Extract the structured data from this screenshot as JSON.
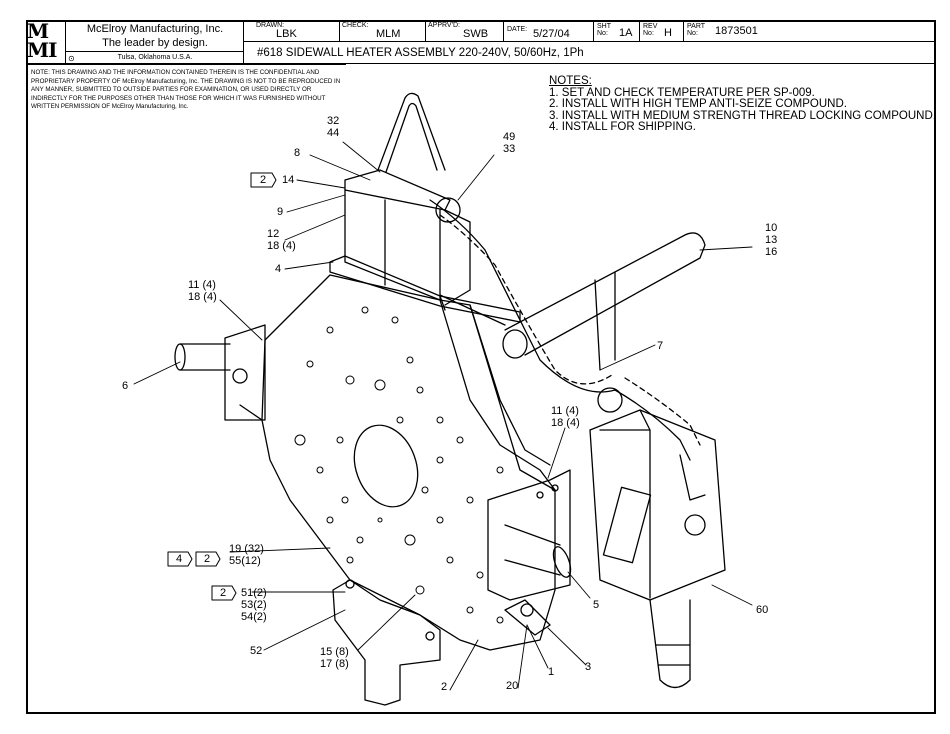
{
  "title_block": {
    "logo_text": "MMI",
    "company": "McElroy Manufacturing, Inc.",
    "slogan": "The leader by design.",
    "location": "Tulsa, Oklahoma U.S.A.",
    "drawn_label": "DRAWN:",
    "drawn_value": "LBK",
    "check_label": "CHECK:",
    "check_value": "MLM",
    "apprvd_label": "APPRV'D:",
    "apprvd_value": "SWB",
    "date_label": "DATE:",
    "date_value": "5/27/04",
    "sht_label": "SHT No:",
    "sht_value": "1A",
    "rev_label": "REV No:",
    "rev_value": "H",
    "part_label": "PART No:",
    "part_value": "1873501",
    "title": "#618 SIDEWALL HEATER ASSEMBLY 220-240V, 50/60Hz, 1Ph"
  },
  "confidential_note": "NOTE: THIS DRAWING AND THE INFORMATION CONTAINED THEREIN IS THE CONFIDENTIAL AND PROPRIETARY PROPERTY OF McElroy Manufacturing, Inc. THE DRAWING IS NOT TO BE REPRODUCED IN ANY MANNER, SUBMITTED TO OUTSIDE PARTIES FOR EXAMINATION, OR USED DIRECTLY OR INDIRECTLY FOR THE PURPOSES OTHER THAN THOSE FOR WHICH IT WAS FURNISHED WITHOUT WRITTEN PERMISSION OF McElroy Manufacturing, Inc.",
  "notes": {
    "heading": "NOTES:",
    "items": [
      "1. SET AND CHECK TEMPERATURE PER SP-009.",
      "2. INSTALL WITH HIGH TEMP ANTI-SEIZE COMPOUND.",
      "3. INSTALL WITH MEDIUM STRENGTH THREAD LOCKING COMPOUND.",
      "4. INSTALL FOR SHIPPING."
    ]
  },
  "callouts": {
    "c32": "32",
    "c44": "44",
    "c8": "8",
    "c14": "14",
    "c9": "9",
    "c12": "12",
    "c18_4a": "18 (4)",
    "c4": "4",
    "c49": "49",
    "c33": "33",
    "c10": "10",
    "c13": "13",
    "c16": "16",
    "c11_4a": "11 (4)",
    "c18_4b": "18 (4)",
    "c6": "6",
    "c7": "7",
    "c11_4b": "11 (4)",
    "c18_4c": "18 (4)",
    "c19_32": "19 (32)",
    "c55_12": "55(12)",
    "c51_2": "51(2)",
    "c53_2": "53(2)",
    "c54_2": "54(2)",
    "c52": "52",
    "c15_8": "15 (8)",
    "c17_8": "17 (8)",
    "c2": "2",
    "c20": "20",
    "c1": "1",
    "c3": "3",
    "c5": "5",
    "c60": "60"
  },
  "flags": {
    "f2a": "2",
    "f4": "4",
    "f2b": "2",
    "f2c": "2"
  }
}
